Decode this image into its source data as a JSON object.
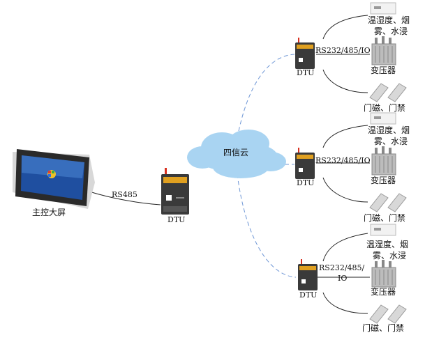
{
  "labels": {
    "main_screen": "主控大屏",
    "rs485": "RS485",
    "dtu_center": "DTU",
    "cloud": "四信云",
    "branches": [
      {
        "dtu": "DTU",
        "protocol": "RS232/485/IO",
        "sensors_line1": "温湿度、烟",
        "sensors_line2": "雾、水浸",
        "transformer": "变压器",
        "door": "门磁、门禁"
      },
      {
        "dtu": "DTU",
        "protocol": "RS232/485/IO",
        "sensors_line1": "温湿度、烟",
        "sensors_line2": "雾、水浸",
        "transformer": "变压器",
        "door": "门磁、门禁"
      },
      {
        "dtu": "DTU",
        "protocol_line1": "RS232/485/",
        "protocol_line2": "IO",
        "sensors_line1": "温湿度、烟",
        "sensors_line2": "雾、水浸",
        "transformer": "变压器",
        "door": "门磁、门禁"
      }
    ]
  },
  "colors": {
    "cloud_fill": "#a9d4f2",
    "dashed_link": "#6f97d6",
    "dtu_body": "#3a3a3a",
    "dtu_brand": "#e0a020",
    "antenna": "#d83020",
    "tablet_body": "#2a2a2a",
    "tablet_screen": "#1f4fa0"
  },
  "icons": [
    "tablet-icon",
    "dtu-device-icon",
    "cloud-icon",
    "sensor-box-icon",
    "transformer-icon",
    "door-sensor-icon"
  ]
}
